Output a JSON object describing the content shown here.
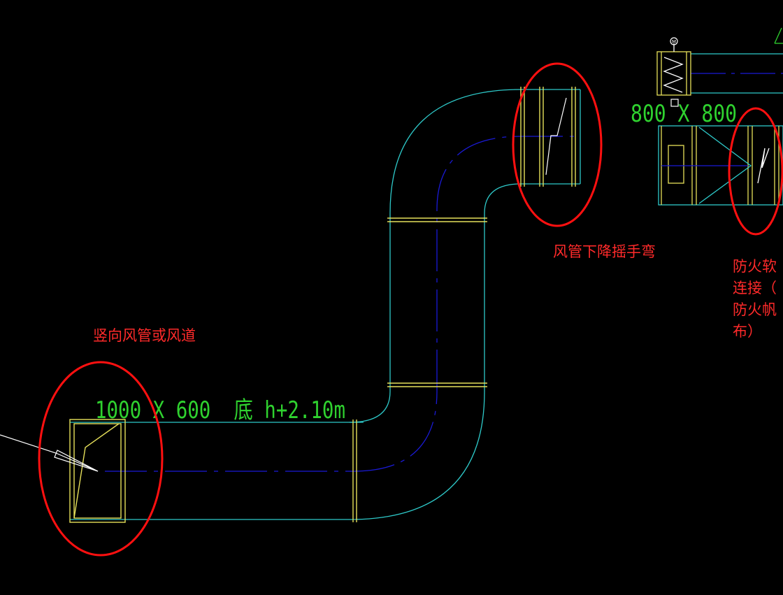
{
  "annotations": {
    "elbow_note": "风管下降摇手弯",
    "vertical_duct_note": "竖向风管或风道",
    "fire_flex_note_lines": [
      "防火软",
      "连接（",
      "防火帆",
      "布）"
    ]
  },
  "dimensions": {
    "main_duct_label": "1000 X 600  底 h+2.10m",
    "upper_duct_label": "800 X 800"
  },
  "valve_symbol_text": "M",
  "colors": {
    "background": "#000000",
    "duct_outline": "#2ec9c9",
    "flange": "#e6e05a",
    "centerline": "#1a1ad6",
    "dimension_text": "#2fd22f",
    "annotation": "#ff2a2a",
    "symbol": "#ffffff"
  }
}
